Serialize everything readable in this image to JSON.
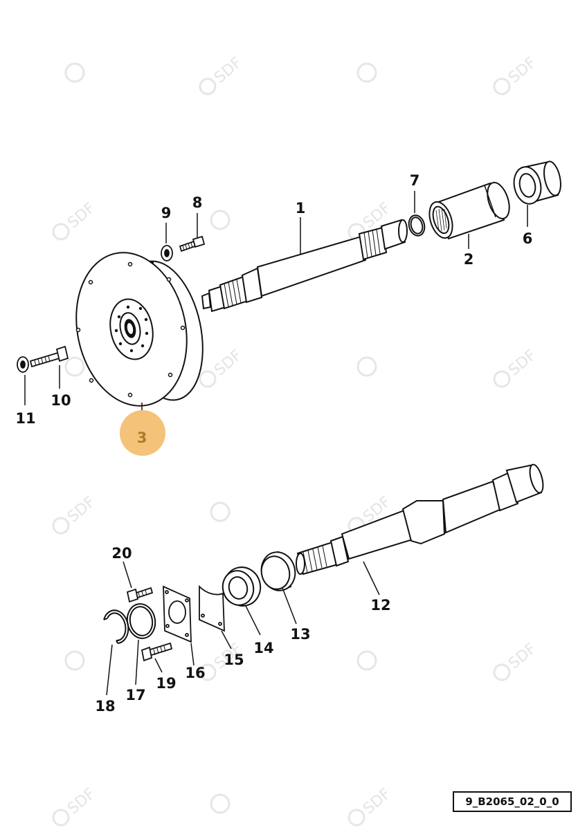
{
  "diagram": {
    "reference_code": "9_B2065_02_0_0",
    "watermark_text": "SDF",
    "highlight_color": "#f5c27a",
    "highlight_text_color": "#b07a28",
    "callouts": {
      "c1": "1",
      "c2": "2",
      "c3": "3",
      "c6": "6",
      "c7": "7",
      "c8": "8",
      "c9": "9",
      "c10": "10",
      "c11": "11",
      "c12": "12",
      "c13": "13",
      "c14": "14",
      "c15": "15",
      "c16": "16",
      "c17": "17",
      "c18": "18",
      "c19": "19",
      "c20": "20"
    }
  }
}
